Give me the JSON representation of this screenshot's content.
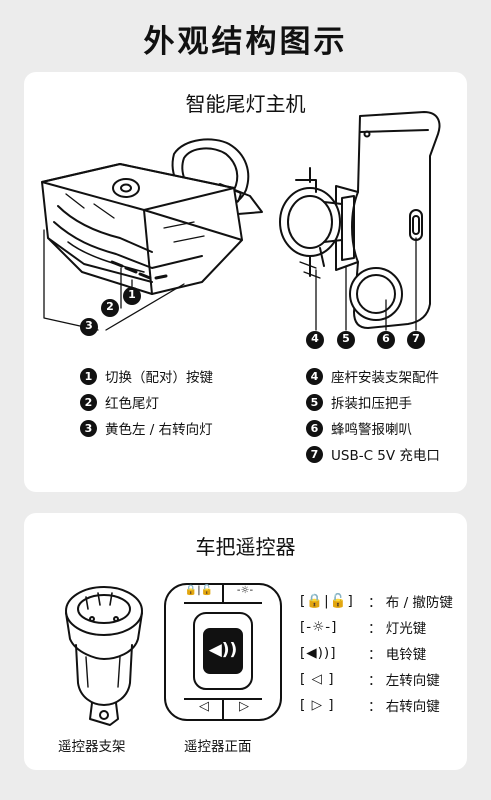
{
  "header": {
    "title": "外观结构图示"
  },
  "section_main": {
    "title": "智能尾灯主机",
    "legend_left": [
      {
        "n": "1",
        "label": "切换（配对）按键"
      },
      {
        "n": "2",
        "label": "红色尾灯"
      },
      {
        "n": "3",
        "label": "黄色左 / 右转向灯"
      }
    ],
    "legend_right": [
      {
        "n": "4",
        "label": "座杆安装支架配件"
      },
      {
        "n": "5",
        "label": "拆装扣压把手"
      },
      {
        "n": "6",
        "label": "蜂鸣警报喇叭"
      },
      {
        "n": "7",
        "label": "USB-C 5V 充电口"
      }
    ]
  },
  "section_remote": {
    "title": "车把遥控器",
    "caption_mount": "遥控器支架",
    "caption_front": "遥控器正面",
    "keys": [
      {
        "symbol": "🔒|🔓",
        "label": "： 布 / 撤防键"
      },
      {
        "symbol": "-☼-",
        "label": "： 灯光键"
      },
      {
        "symbol": "◀))",
        "label": "： 电铃键"
      },
      {
        "symbol": "◁",
        "label": "： 左转向键"
      },
      {
        "symbol": "▷",
        "label": "： 右转向键"
      }
    ]
  }
}
